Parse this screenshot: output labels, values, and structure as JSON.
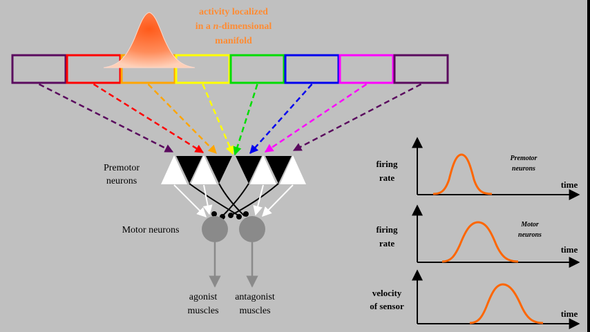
{
  "manifold": {
    "title_line1": "activity localized",
    "title_line2_pre": "in a ",
    "title_line2_n": "n",
    "title_line2_post": "-dimensional",
    "title_line3": "manifold",
    "title_color": "#ff8c33",
    "boxes": [
      {
        "color": "#5a0a5e",
        "row": 0
      },
      {
        "color": "#ff0000",
        "row": 0
      },
      {
        "color": "#ffa500",
        "row": 0
      },
      {
        "color": "#ffff00",
        "row": 0
      },
      {
        "color": "#00dd00",
        "row": 0
      },
      {
        "color": "#0000ee",
        "row": 0
      },
      {
        "color": "#ff00ff",
        "row": 0
      },
      {
        "color": "#5a0a5e",
        "row": 0
      }
    ]
  },
  "circuit": {
    "premotor_label_line1": "Premotor",
    "premotor_label_line2": "neurons",
    "motor_label": "Motor neurons",
    "agonist_line1": "agonist",
    "agonist_line2": "muscles",
    "antagonist_line1": "antagonist",
    "antagonist_line2": "muscles"
  },
  "plots": [
    {
      "ylabel_line1": "firing",
      "ylabel_line2": "rate",
      "xlabel": "time",
      "annot_line1": "Premotor",
      "annot_line2": "neurons"
    },
    {
      "ylabel_line1": "firing",
      "ylabel_line2": "rate",
      "xlabel": "time",
      "annot_line1": "Motor",
      "annot_line2": "neurons"
    },
    {
      "ylabel_line1": "velocity",
      "ylabel_line2": "of sensor",
      "xlabel": "time",
      "annot_line1": "",
      "annot_line2": ""
    }
  ],
  "colors": {
    "background": "#c0c0c0",
    "border": "#000000",
    "curve": "#ff6600",
    "motor_neuron": "#8a8a8a",
    "muscle_arrow": "#8a8a8a"
  }
}
